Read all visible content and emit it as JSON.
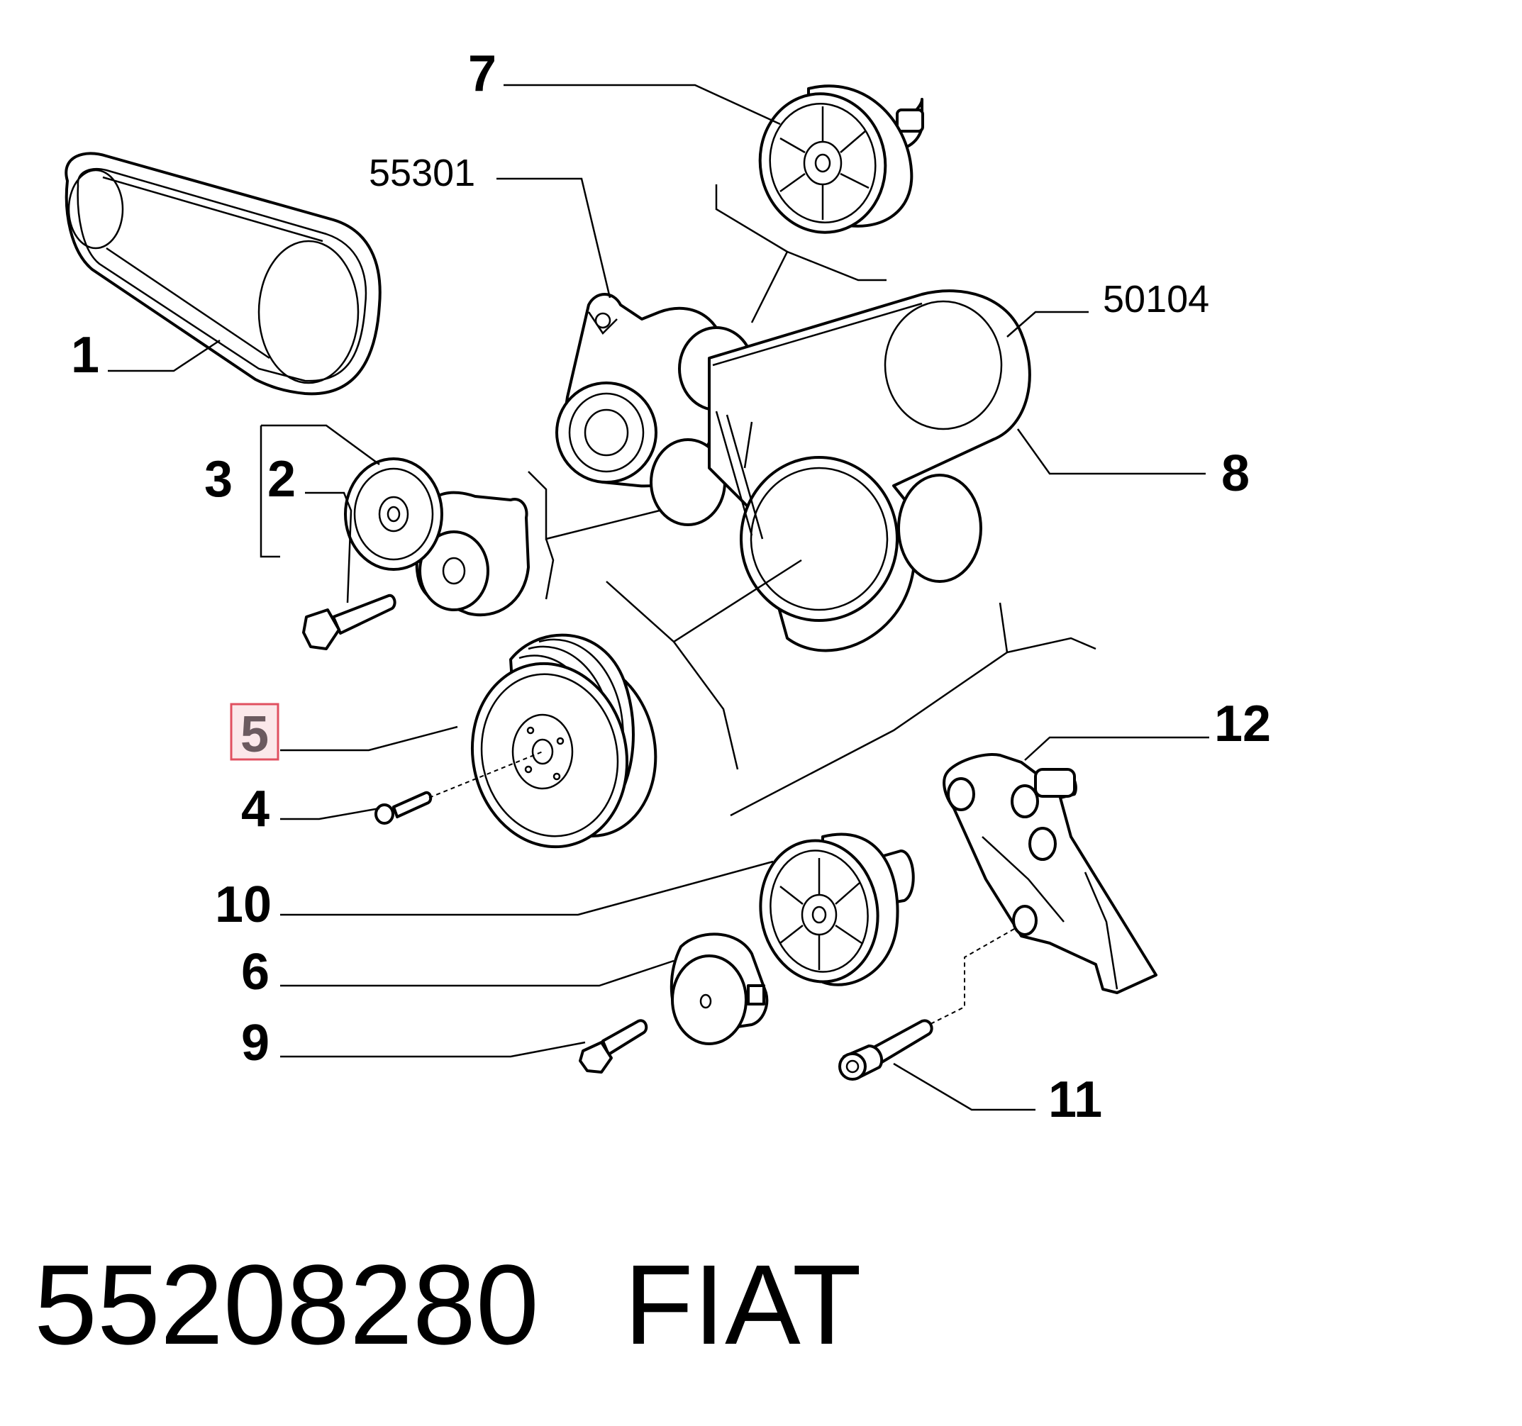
{
  "callouts": {
    "c1": "1",
    "c2": "2",
    "c3": "3",
    "c4": "4",
    "c5": "5",
    "c6": "6",
    "c7": "7",
    "c8": "8",
    "c9": "9",
    "c10": "10",
    "c11": "11",
    "c12": "12",
    "c55301": "55301",
    "c50104": "50104"
  },
  "highlighted_callout": "5",
  "highlight_color": "#e05060",
  "caption": {
    "part_number": "55208280",
    "brand": "FIAT"
  }
}
